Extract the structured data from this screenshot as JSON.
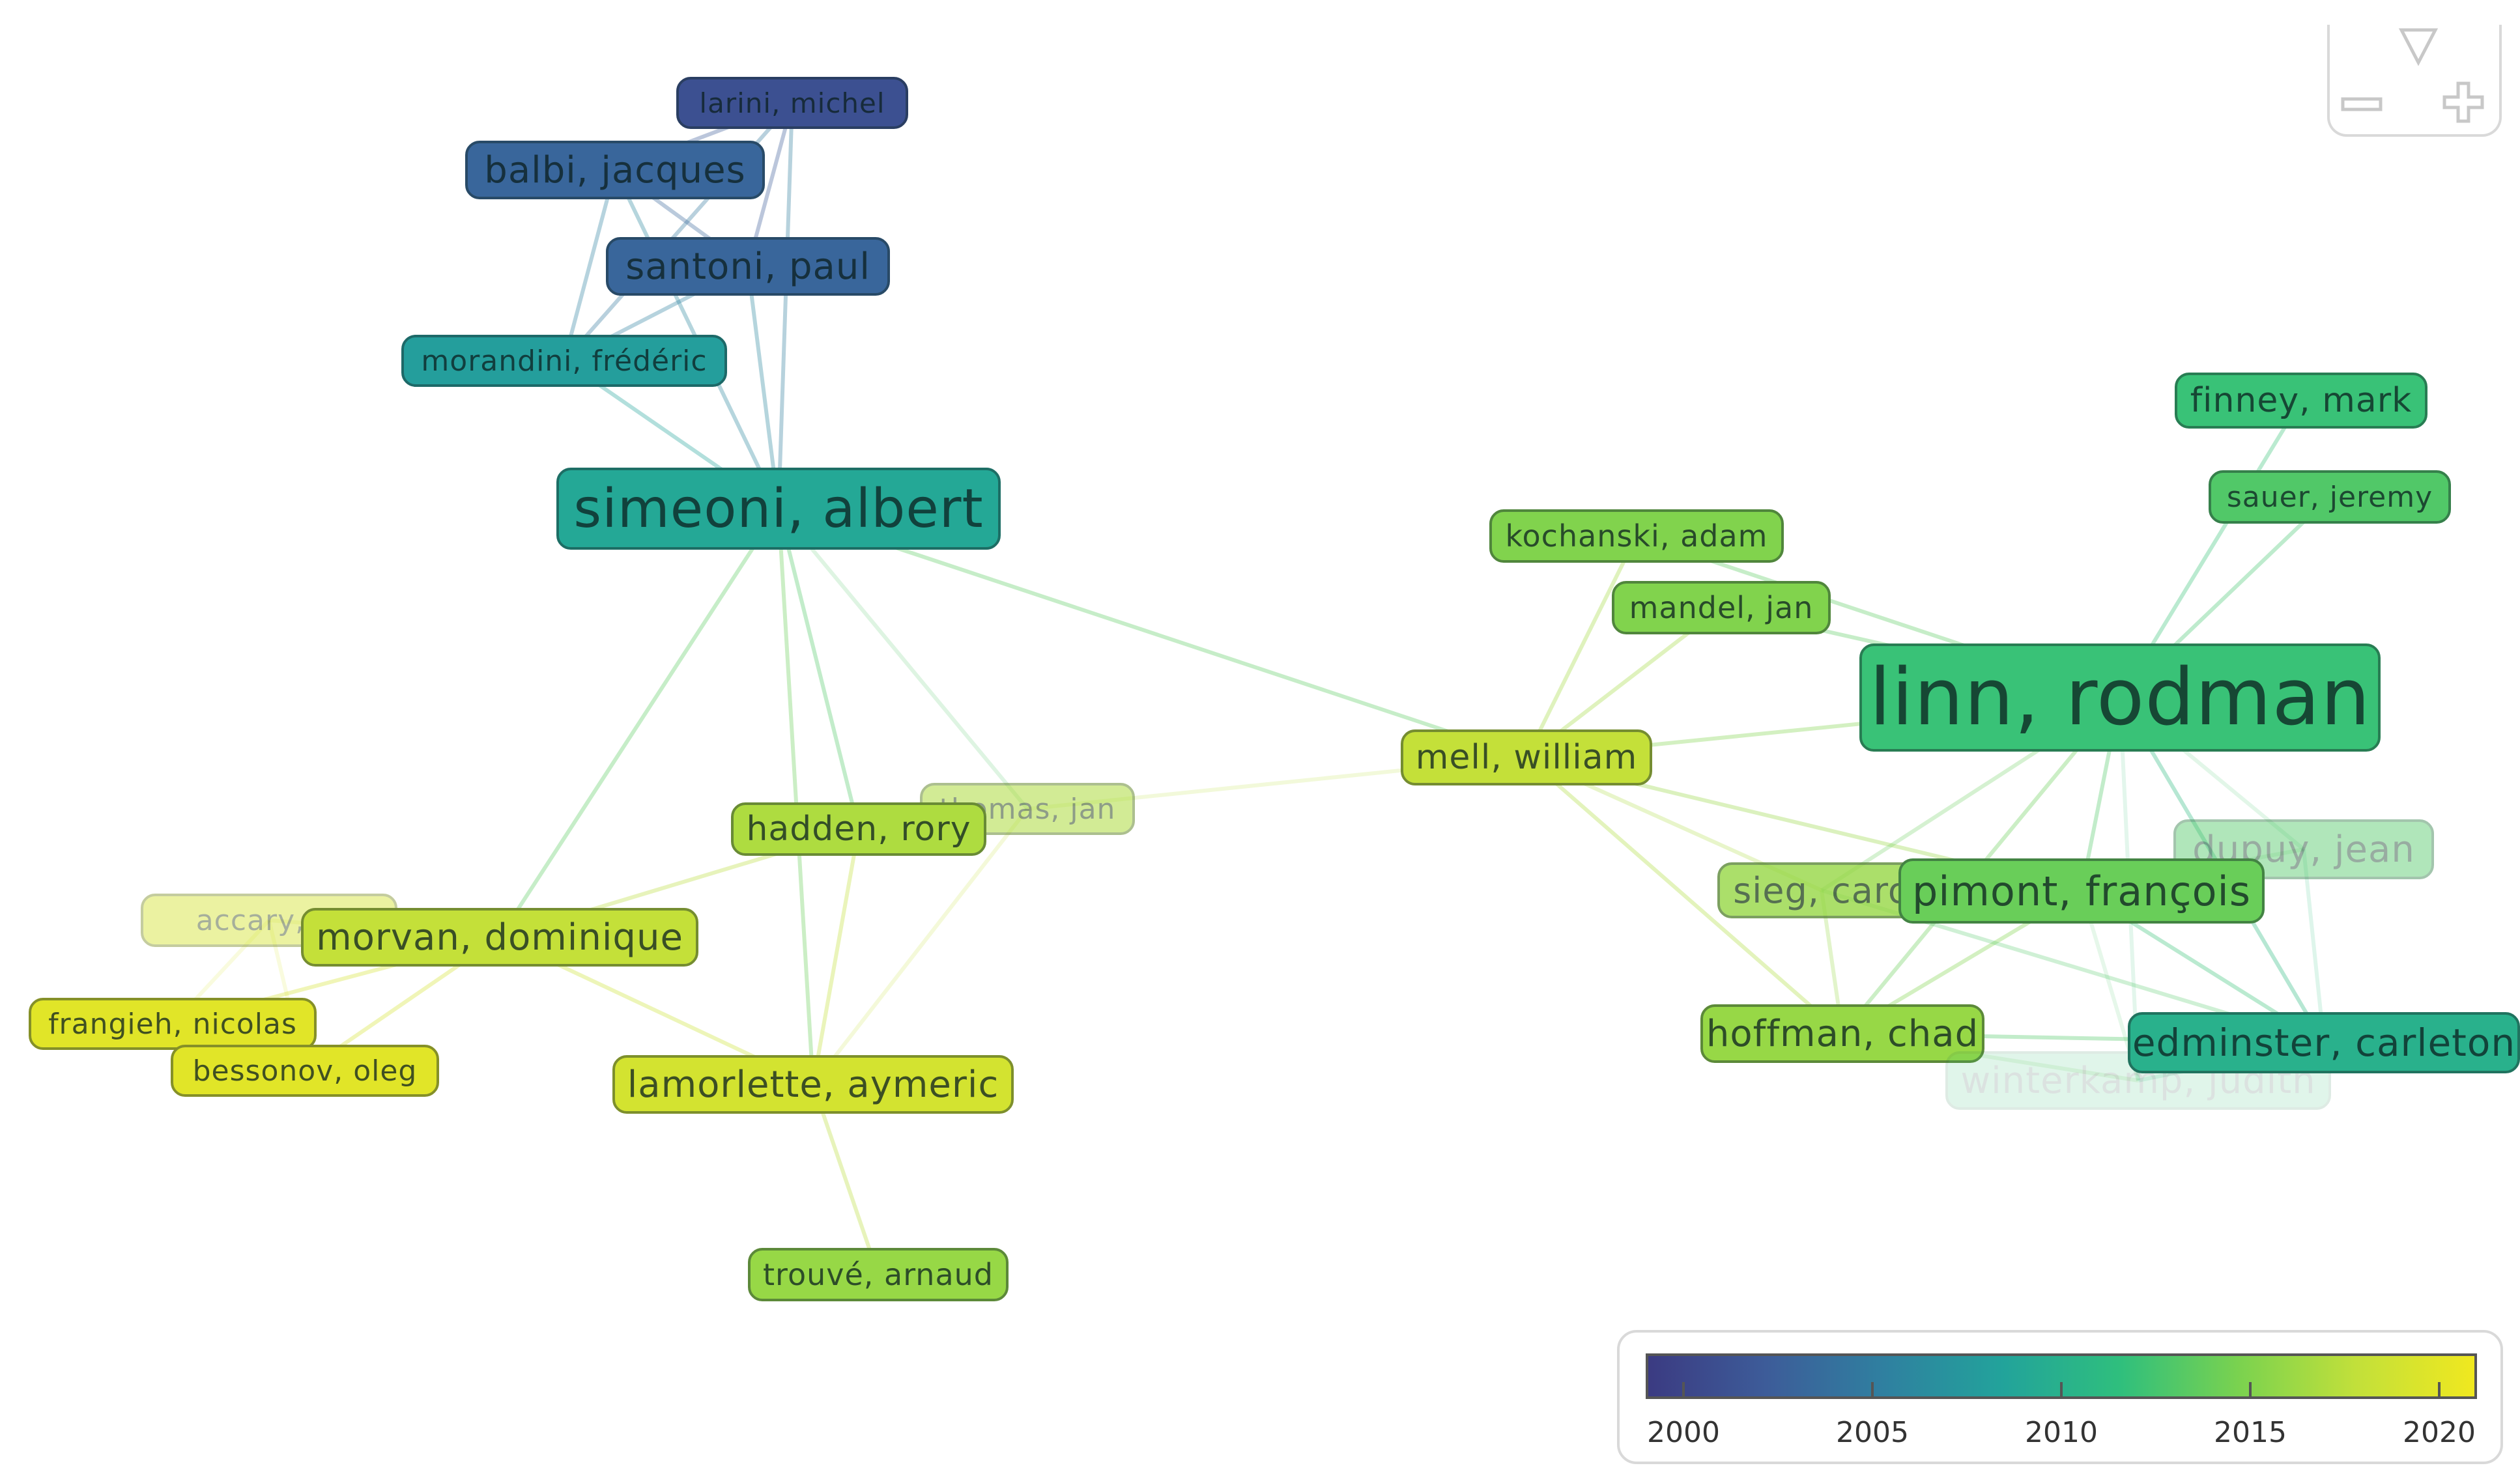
{
  "diagram": {
    "nodes": [
      {
        "id": "larini",
        "label": "larini, michel",
        "year": 2001,
        "opacity": 1
      },
      {
        "id": "balbi",
        "label": "balbi, jacques",
        "year": 2003,
        "opacity": 1
      },
      {
        "id": "santoni",
        "label": "santoni, paul",
        "year": 2003,
        "opacity": 1
      },
      {
        "id": "morandini",
        "label": "morandini, frédéric",
        "year": 2008,
        "opacity": 1
      },
      {
        "id": "simeoni",
        "label": "simeoni, albert",
        "year": 2009,
        "opacity": 1
      },
      {
        "id": "thomas",
        "label": "thomas, jan",
        "year": 2017,
        "opacity": 0.55
      },
      {
        "id": "hadden",
        "label": "hadden, rory",
        "year": 2017,
        "opacity": 1
      },
      {
        "id": "accary",
        "label": "accary, gi",
        "year": 2019,
        "opacity": 0.45
      },
      {
        "id": "morvan",
        "label": "morvan, dominique",
        "year": 2018,
        "opacity": 1
      },
      {
        "id": "frangieh",
        "label": "frangieh, nicolas",
        "year": 2020,
        "opacity": 1
      },
      {
        "id": "bessonov",
        "label": "bessonov, oleg",
        "year": 2020,
        "opacity": 1
      },
      {
        "id": "lamorlette",
        "label": "lamorlette, aymeric",
        "year": 2019,
        "opacity": 1
      },
      {
        "id": "trouve",
        "label": "trouvé, arnaud",
        "year": 2016,
        "opacity": 1
      },
      {
        "id": "mell",
        "label": "mell, william",
        "year": 2018,
        "opacity": 1
      },
      {
        "id": "kochanski",
        "label": "kochanski, adam",
        "year": 2015,
        "opacity": 1
      },
      {
        "id": "mandel",
        "label": "mandel, jan",
        "year": 2015,
        "opacity": 1
      },
      {
        "id": "linn",
        "label": "linn, rodman",
        "year": 2012,
        "opacity": 1
      },
      {
        "id": "finney",
        "label": "finney, mark",
        "year": 2012,
        "opacity": 1
      },
      {
        "id": "sauer",
        "label": "sauer, jeremy",
        "year": 2013,
        "opacity": 1
      },
      {
        "id": "dupuy",
        "label": "dupuy, jean",
        "year": 2013,
        "opacity": 0.45
      },
      {
        "id": "sieg",
        "label": "sieg, caro",
        "year": 2016,
        "opacity": 0.8
      },
      {
        "id": "pimont",
        "label": "pimont, françois",
        "year": 2014,
        "opacity": 1
      },
      {
        "id": "hoffman",
        "label": "hoffman, chad",
        "year": 2016,
        "opacity": 1
      },
      {
        "id": "winterkamp",
        "label": "winterkamp, judith",
        "year": 2012,
        "opacity": 0.15
      },
      {
        "id": "edminster",
        "label": "edminster, carleton",
        "year": 2010,
        "opacity": 1
      }
    ],
    "edges": [
      [
        "larini",
        "balbi"
      ],
      [
        "larini",
        "santoni"
      ],
      [
        "larini",
        "simeoni"
      ],
      [
        "larini",
        "morandini"
      ],
      [
        "balbi",
        "santoni"
      ],
      [
        "balbi",
        "simeoni"
      ],
      [
        "balbi",
        "morandini"
      ],
      [
        "santoni",
        "simeoni"
      ],
      [
        "santoni",
        "morandini"
      ],
      [
        "morandini",
        "simeoni"
      ],
      [
        "simeoni",
        "hadden"
      ],
      [
        "simeoni",
        "thomas"
      ],
      [
        "simeoni",
        "morvan"
      ],
      [
        "simeoni",
        "lamorlette"
      ],
      [
        "simeoni",
        "mell"
      ],
      [
        "thomas",
        "mell"
      ],
      [
        "thomas",
        "lamorlette"
      ],
      [
        "hadden",
        "morvan"
      ],
      [
        "hadden",
        "lamorlette"
      ],
      [
        "morvan",
        "accary"
      ],
      [
        "morvan",
        "frangieh"
      ],
      [
        "morvan",
        "bessonov"
      ],
      [
        "morvan",
        "lamorlette"
      ],
      [
        "accary",
        "frangieh"
      ],
      [
        "accary",
        "bessonov"
      ],
      [
        "frangieh",
        "bessonov"
      ],
      [
        "lamorlette",
        "trouve"
      ],
      [
        "mell",
        "kochanski"
      ],
      [
        "mell",
        "mandel"
      ],
      [
        "mell",
        "linn"
      ],
      [
        "mell",
        "sieg"
      ],
      [
        "mell",
        "pimont"
      ],
      [
        "mell",
        "hoffman"
      ],
      [
        "kochanski",
        "linn"
      ],
      [
        "mandel",
        "linn"
      ],
      [
        "linn",
        "finney"
      ],
      [
        "linn",
        "sauer"
      ],
      [
        "linn",
        "pimont"
      ],
      [
        "linn",
        "dupuy"
      ],
      [
        "linn",
        "edminster"
      ],
      [
        "linn",
        "hoffman"
      ],
      [
        "linn",
        "sieg"
      ],
      [
        "linn",
        "winterkamp"
      ],
      [
        "pimont",
        "edminster"
      ],
      [
        "pimont",
        "dupuy"
      ],
      [
        "pimont",
        "hoffman"
      ],
      [
        "pimont",
        "winterkamp"
      ],
      [
        "dupuy",
        "edminster"
      ],
      [
        "sieg",
        "hoffman"
      ],
      [
        "sieg",
        "edminster"
      ],
      [
        "hoffman",
        "edminster"
      ],
      [
        "hoffman",
        "winterkamp"
      ],
      [
        "winterkamp",
        "edminster"
      ]
    ]
  },
  "legend": {
    "ticks": [
      {
        "value": 2000,
        "label": "2000"
      },
      {
        "value": 2005,
        "label": "2005"
      },
      {
        "value": 2010,
        "label": "2010"
      },
      {
        "value": 2015,
        "label": "2015"
      },
      {
        "value": 2020,
        "label": "2020"
      }
    ],
    "min": 1999,
    "max": 2021,
    "colors": [
      "#3b3b82",
      "#3d5c99",
      "#2f80a0",
      "#22a39b",
      "#2fbf7d",
      "#7ad24f",
      "#c2e03a",
      "#f0e81f"
    ]
  },
  "navigation": {
    "filter_icon": "triangle-down-icon",
    "zoom_out_icon": "minus-icon",
    "zoom_in_icon": "plus-icon"
  }
}
